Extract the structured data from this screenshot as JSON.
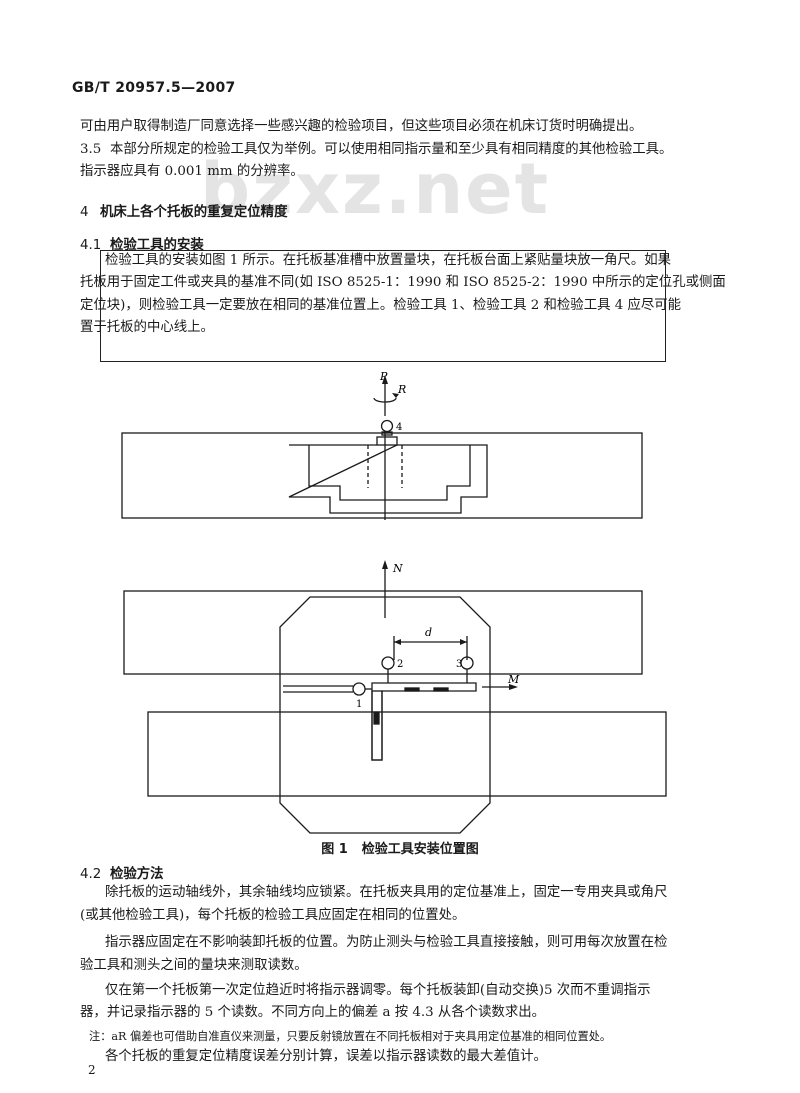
{
  "header": {
    "standard_code": "GB/T 20957.5—2007"
  },
  "watermark": "bzxz.net",
  "intro": {
    "line1": "可由用户取得制造厂同意选择一些感兴趣的检验项目，但这些项目必须在机床订货时明确提出。"
  },
  "sec_3_5": {
    "number": "3.5",
    "line1": "本部分所规定的检验工具仅为举例。可以使用相同指示量和至少具有相同精度的其他检验工具。",
    "line2": "指示器应具有 0.001 mm 的分辨率。"
  },
  "sec_4": {
    "number": "4",
    "title": "机床上各个托板的重复定位精度"
  },
  "sec_4_1": {
    "number": "4.1",
    "title": "检验工具的安装",
    "line1": "检验工具的安装如图 1 所示。在托板基准槽中放置量块，在托板台面上紧贴量块放一角尺。如果",
    "line2": "托板用于固定工件或夹具的基准不同(如 ISO 8525-1：1990 和 ISO 8525-2：1990 中所示的定位孔或侧面",
    "line3": "定位块)，则检验工具一定要放在相同的基准位置上。检验工具 1、检验工具 2 和检验工具 4 应尽可能",
    "line4": "置于托板的中心线上。"
  },
  "figure": {
    "labels": {
      "P": "P",
      "R": "R",
      "N": "N",
      "M": "M",
      "d": "d",
      "i1": "1",
      "i2": "2",
      "i3": "3",
      "i4": "4"
    },
    "caption_number": "图 1",
    "caption_title": "检验工具安装位置图"
  },
  "sec_4_2": {
    "number": "4.2",
    "title": "检验方法",
    "para1_line1": "除托板的运动轴线外，其余轴线均应锁紧。在托板夹具用的定位基准上，固定一专用夹具或角尺",
    "para1_line2": "(或其他检验工具)，每个托板的检验工具应固定在相同的位置处。",
    "para2_line1": "指示器应固定在不影响装卸托板的位置。为防止测头与检验工具直接接触，则可用每次放置在检",
    "para2_line2": "验工具和测头之间的量块来测取读数。",
    "para3_line1": "仅在第一个托板第一次定位趋近时将指示器调零。每个托板装卸(自动交换)5 次而不重调指示",
    "para3_line2": "器，并记录指示器的 5 个读数。不同方向上的偏差 a 按 4.3 从各个读数求出。",
    "note": "注：aR 偏差也可借助自准直仪来测量，只要反射镜放置在不同托板相对于夹具用定位基准的相同位置处。",
    "final": "各个托板的重复定位精度误差分别计算，误差以指示器读数的最大差值计。"
  },
  "page_number": "2"
}
